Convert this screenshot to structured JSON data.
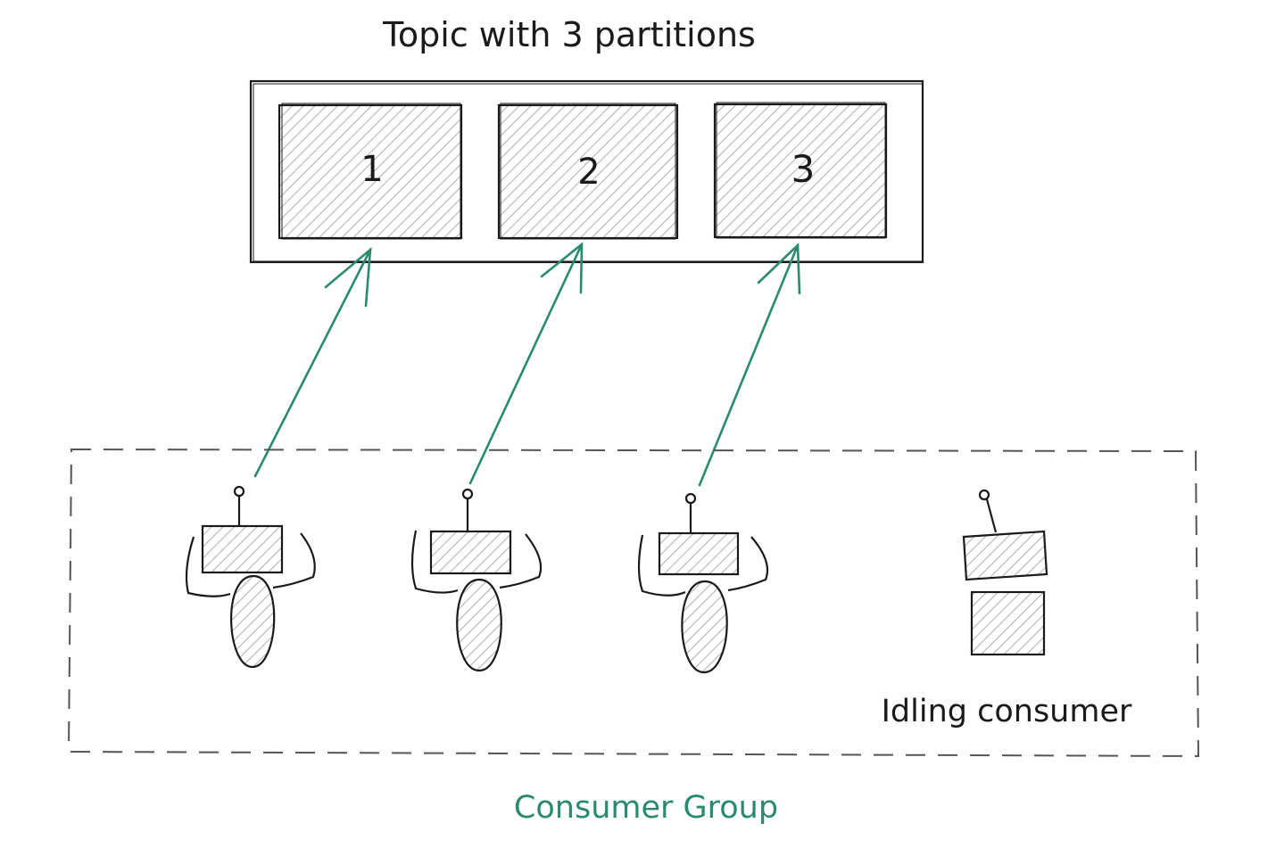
{
  "diagram": {
    "title": "Topic with 3 partitions",
    "partitions": [
      {
        "label": "1"
      },
      {
        "label": "2"
      },
      {
        "label": "3"
      }
    ],
    "consumer_group_label": "Consumer Group",
    "idle_consumer_label": "Idling consumer",
    "colors": {
      "ink": "#1a1a1a",
      "accent": "#2a8a6f",
      "dash": "#555555",
      "hatch": "#8c8c8c"
    }
  }
}
